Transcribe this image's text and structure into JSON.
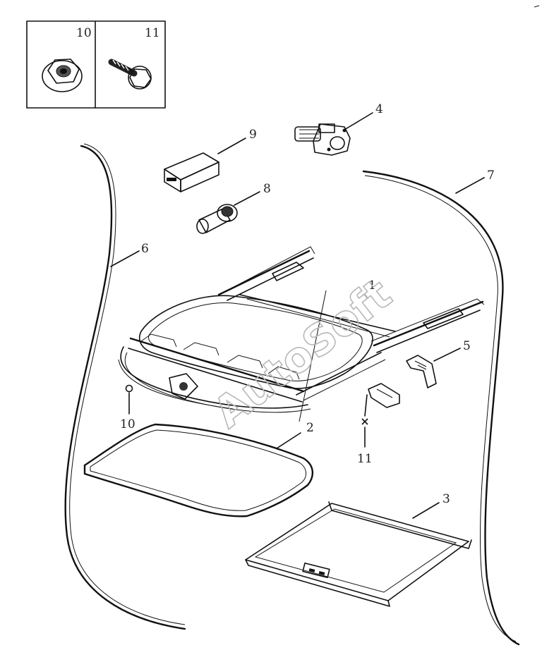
{
  "diagram": {
    "watermark": "AutoSoft",
    "inset_callouts": {
      "left": "10",
      "right": "11"
    },
    "callouts": [
      {
        "id": "1",
        "label": "1"
      },
      {
        "id": "2",
        "label": "2"
      },
      {
        "id": "3",
        "label": "3"
      },
      {
        "id": "4",
        "label": "4"
      },
      {
        "id": "5",
        "label": "5"
      },
      {
        "id": "6",
        "label": "6"
      },
      {
        "id": "7",
        "label": "7"
      },
      {
        "id": "8",
        "label": "8"
      },
      {
        "id": "9",
        "label": "9"
      },
      {
        "id": "10",
        "label": "10"
      },
      {
        "id": "11",
        "label": "11"
      }
    ]
  }
}
